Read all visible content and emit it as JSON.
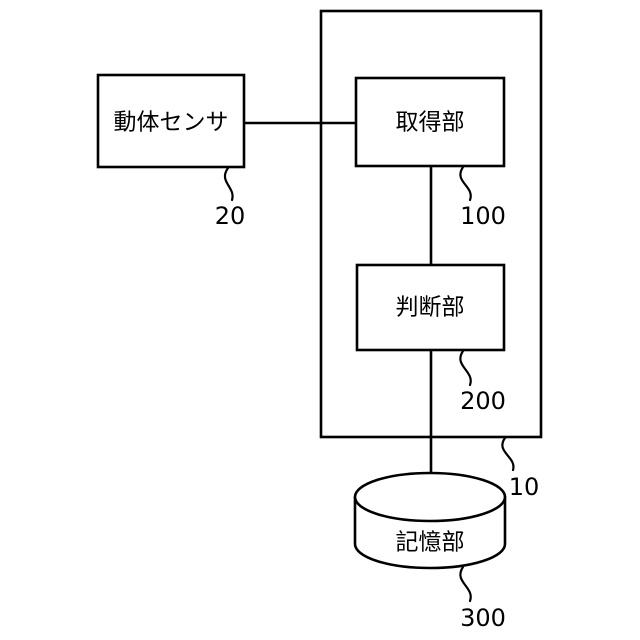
{
  "figure": {
    "type": "block-diagram",
    "background_color": "#ffffff",
    "line_color": "#000000",
    "nodes": [
      {
        "id": "motion-sensor",
        "label": "動体センサ",
        "shape": "rectangle",
        "reference_numeral": "20"
      },
      {
        "id": "acquisition-unit",
        "label": "取得部",
        "shape": "rectangle",
        "reference_numeral": "100"
      },
      {
        "id": "judgment-unit",
        "label": "判断部",
        "shape": "rectangle",
        "reference_numeral": "200"
      },
      {
        "id": "storage-unit",
        "label": "記憶部",
        "shape": "cylinder",
        "reference_numeral": "300"
      },
      {
        "id": "system-container",
        "label": "",
        "shape": "rectangle-outline",
        "reference_numeral": "10"
      }
    ],
    "connections": [
      {
        "from": "motion-sensor",
        "to": "acquisition-unit",
        "style": "horizontal"
      },
      {
        "from": "acquisition-unit",
        "to": "judgment-unit",
        "style": "vertical"
      },
      {
        "from": "judgment-unit",
        "to": "storage-unit",
        "style": "vertical"
      }
    ]
  }
}
